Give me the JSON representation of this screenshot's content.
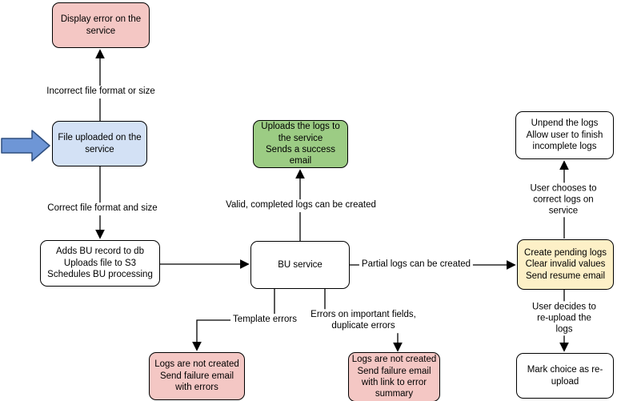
{
  "colors": {
    "pink": "#f4c7c4",
    "blue": "#d3e1f5",
    "green": "#9ccc84",
    "yellow": "#fdf0c7",
    "white": "#ffffff",
    "edge": "#000000",
    "node_stroke": "#000000",
    "input_arrow_fill": "#6e96d6",
    "input_arrow_stroke": "#2f4f7f"
  },
  "nodes": {
    "display_error": {
      "lines": [
        "Display error on the",
        "service"
      ],
      "color": "pink"
    },
    "file_uploaded": {
      "lines": [
        "File uploaded on the",
        "service"
      ],
      "color": "blue"
    },
    "adds_bu": {
      "lines": [
        "Adds BU record to db",
        "Uploads file to S3",
        "Schedules BU processing"
      ],
      "color": "white"
    },
    "uploads_logs": {
      "lines": [
        "Uploads the logs to",
        "the service",
        "Sends a success",
        "email"
      ],
      "color": "green"
    },
    "bu_service": {
      "lines": [
        "BU service"
      ],
      "color": "white"
    },
    "create_pending": {
      "lines": [
        "Create pending logs",
        "Clear invalid values",
        "Send resume email"
      ],
      "color": "yellow"
    },
    "unpend": {
      "lines": [
        "Unpend the logs",
        "Allow user to finish",
        "incomplete logs"
      ],
      "color": "white"
    },
    "mark_reupload": {
      "lines": [
        "Mark choice as re-",
        "upload"
      ],
      "color": "white"
    },
    "logs_failed_template": {
      "lines": [
        "Logs are not created",
        "Send failure email",
        "with errors"
      ],
      "color": "pink"
    },
    "logs_failed_fields": {
      "lines": [
        "Logs are not created",
        "Send failure email",
        "with link to error",
        "summary"
      ],
      "color": "pink"
    }
  },
  "edge_labels": {
    "incorrect_format": "Incorrect file format or size",
    "correct_format": "Correct file format and size",
    "valid_logs": "Valid, completed logs can be created",
    "partial_logs": "Partial logs can be created",
    "user_corrects": "User chooses to correct logs on service",
    "user_reuploads": "User decides to re-upload the logs",
    "template_errors": "Template errors",
    "field_errors": [
      "Errors on important fields,",
      "duplicate errors"
    ]
  }
}
